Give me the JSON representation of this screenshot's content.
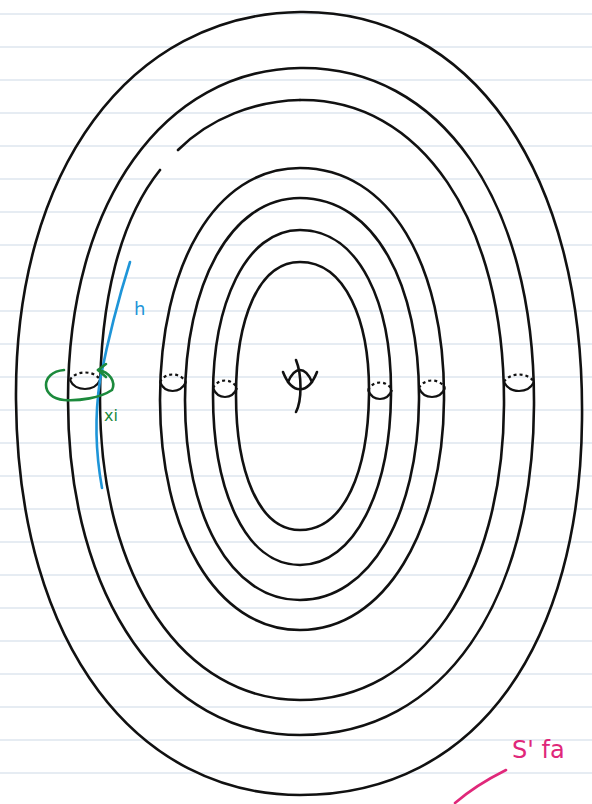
{
  "diagram": {
    "labels": [
      "h",
      "xi",
      "S' fa"
    ]
  }
}
